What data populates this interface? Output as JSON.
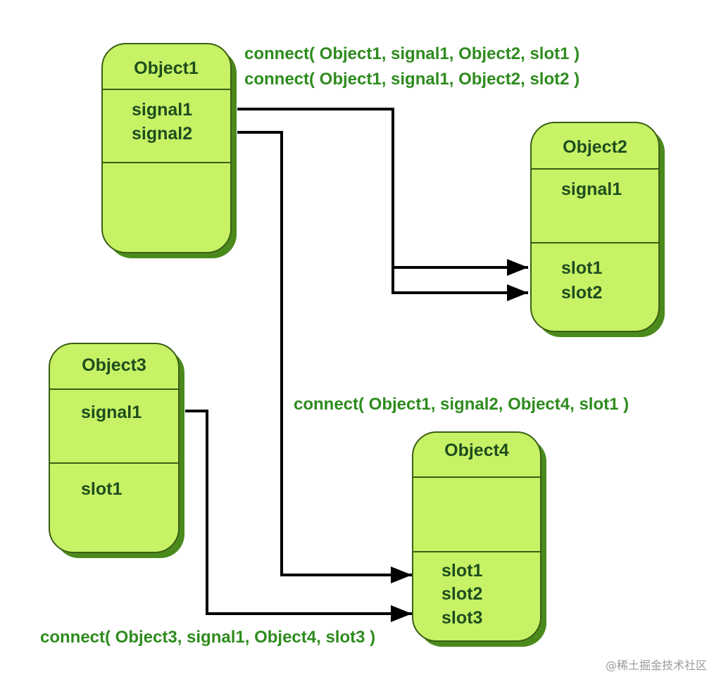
{
  "colors": {
    "box_fill": "#c7f266",
    "box_border": "#3a5e14",
    "box_shadow": "#4a8a1c",
    "line": "#000000",
    "label": "#2e8b1e",
    "text": "#1e4d1e"
  },
  "objects": {
    "object1": {
      "title": "Object1",
      "signals": [
        "signal1",
        "signal2"
      ],
      "slots": []
    },
    "object2": {
      "title": "Object2",
      "signals": [
        "signal1"
      ],
      "slots": [
        "slot1",
        "slot2"
      ]
    },
    "object3": {
      "title": "Object3",
      "signals": [
        "signal1"
      ],
      "slots": [
        "slot1"
      ]
    },
    "object4": {
      "title": "Object4",
      "signals": [],
      "slots": [
        "slot1",
        "slot2",
        "slot3"
      ]
    }
  },
  "connections": [
    {
      "label": "connect( Object1, signal1, Object2, slot1 )"
    },
    {
      "label": "connect( Object1, signal1, Object2, slot2 )"
    },
    {
      "label": "connect( Object1, signal2, Object4, slot1 )"
    },
    {
      "label": "connect( Object3, signal1, Object4, slot3 )"
    }
  ],
  "watermark": "@稀土掘金技术社区"
}
